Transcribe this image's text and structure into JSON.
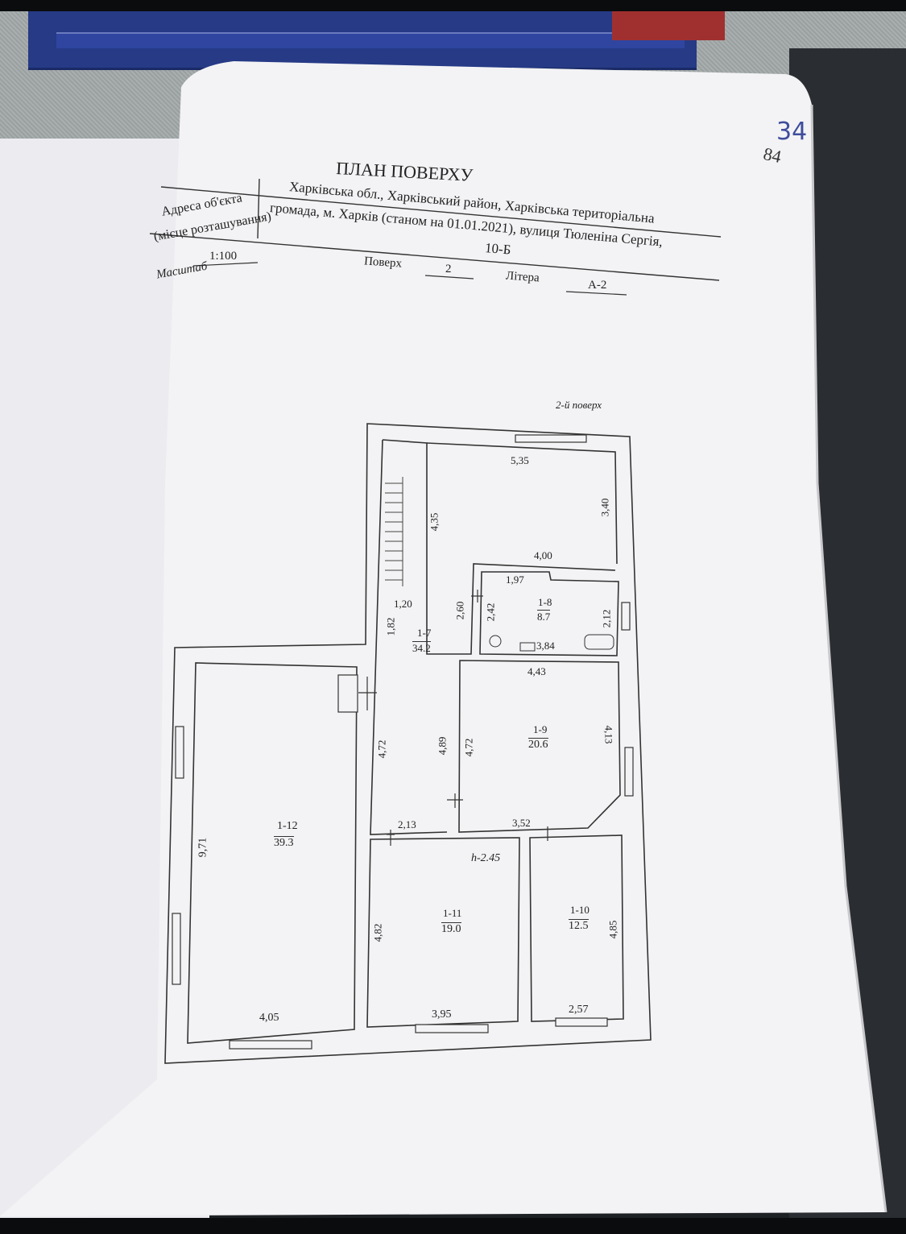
{
  "title": "ПЛАН ПОВЕРХУ",
  "address_label_line1": "Адреса об'єкта",
  "address_label_line2": "(місце розташування)",
  "address_line1": "Харківська обл., Харківський район, Харківська територіальна",
  "address_line2": "громада, м. Харків (станом на 01.01.2021), вулиця Тюленіна Сергія,",
  "address_line3": "10-Б",
  "scale_label": "Масштаб",
  "scale_value": "1:100",
  "floor_label": "Поверх",
  "floor_value": "2",
  "litera_label": "Літера",
  "litera_value": "А-2",
  "page_number_top": "34",
  "page_number_handwritten": "84",
  "plan_caption": "2-й поверх",
  "height_note": "h-2.45",
  "rooms": [
    {
      "id": "1-7",
      "area": "34.2"
    },
    {
      "id": "1-8",
      "area": "8.7"
    },
    {
      "id": "1-9",
      "area": "20.6"
    },
    {
      "id": "1-10",
      "area": "12.5"
    },
    {
      "id": "1-11",
      "area": "19.0"
    },
    {
      "id": "1-12",
      "area": "39.3"
    }
  ],
  "dimensions": [
    "5,35",
    "3,40",
    "4,35",
    "4,00",
    "1,97",
    "1,20",
    "2,60",
    "2,42",
    "2,12",
    "1,82",
    "3,84",
    "4,43",
    "4,72",
    "4,89",
    "4,72",
    "4,13",
    "2,13",
    "3,52",
    "9,71",
    "4,82",
    "4,85",
    "4,05",
    "3,95",
    "2,57"
  ]
}
